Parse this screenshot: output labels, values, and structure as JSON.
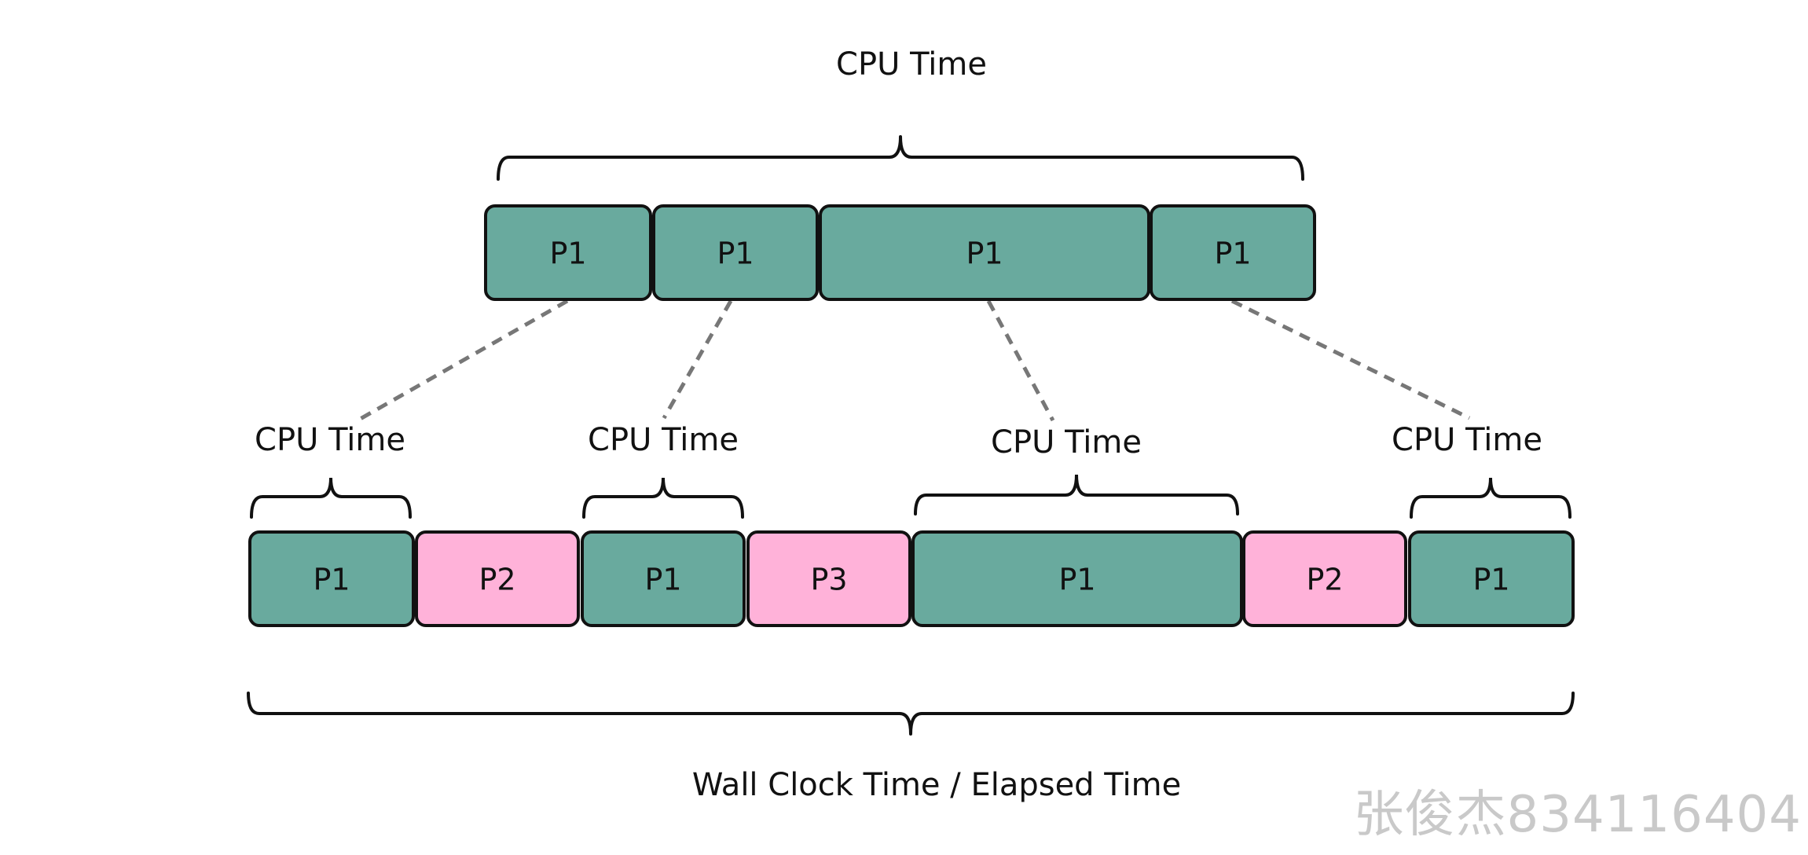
{
  "colors": {
    "p1_fill": "#69aa9e",
    "other_fill": "#ffb2d9",
    "stroke": "#111111",
    "dash": "#777777",
    "text": "#111111"
  },
  "top_label": "CPU Time",
  "top_row": [
    {
      "label": "P1",
      "kind": "p1"
    },
    {
      "label": "P1",
      "kind": "p1"
    },
    {
      "label": "P1",
      "kind": "p1"
    },
    {
      "label": "P1",
      "kind": "p1"
    }
  ],
  "bottom_row": [
    {
      "label": "P1",
      "kind": "p1"
    },
    {
      "label": "P2",
      "kind": "other"
    },
    {
      "label": "P1",
      "kind": "p1"
    },
    {
      "label": "P3",
      "kind": "other"
    },
    {
      "label": "P1",
      "kind": "p1"
    },
    {
      "label": "P2",
      "kind": "other"
    },
    {
      "label": "P1",
      "kind": "p1"
    }
  ],
  "segment_labels": [
    "CPU Time",
    "CPU Time",
    "CPU Time",
    "CPU Time"
  ],
  "bottom_label": "Wall Clock Time / Elapsed Time",
  "watermark": "张俊杰834116404"
}
